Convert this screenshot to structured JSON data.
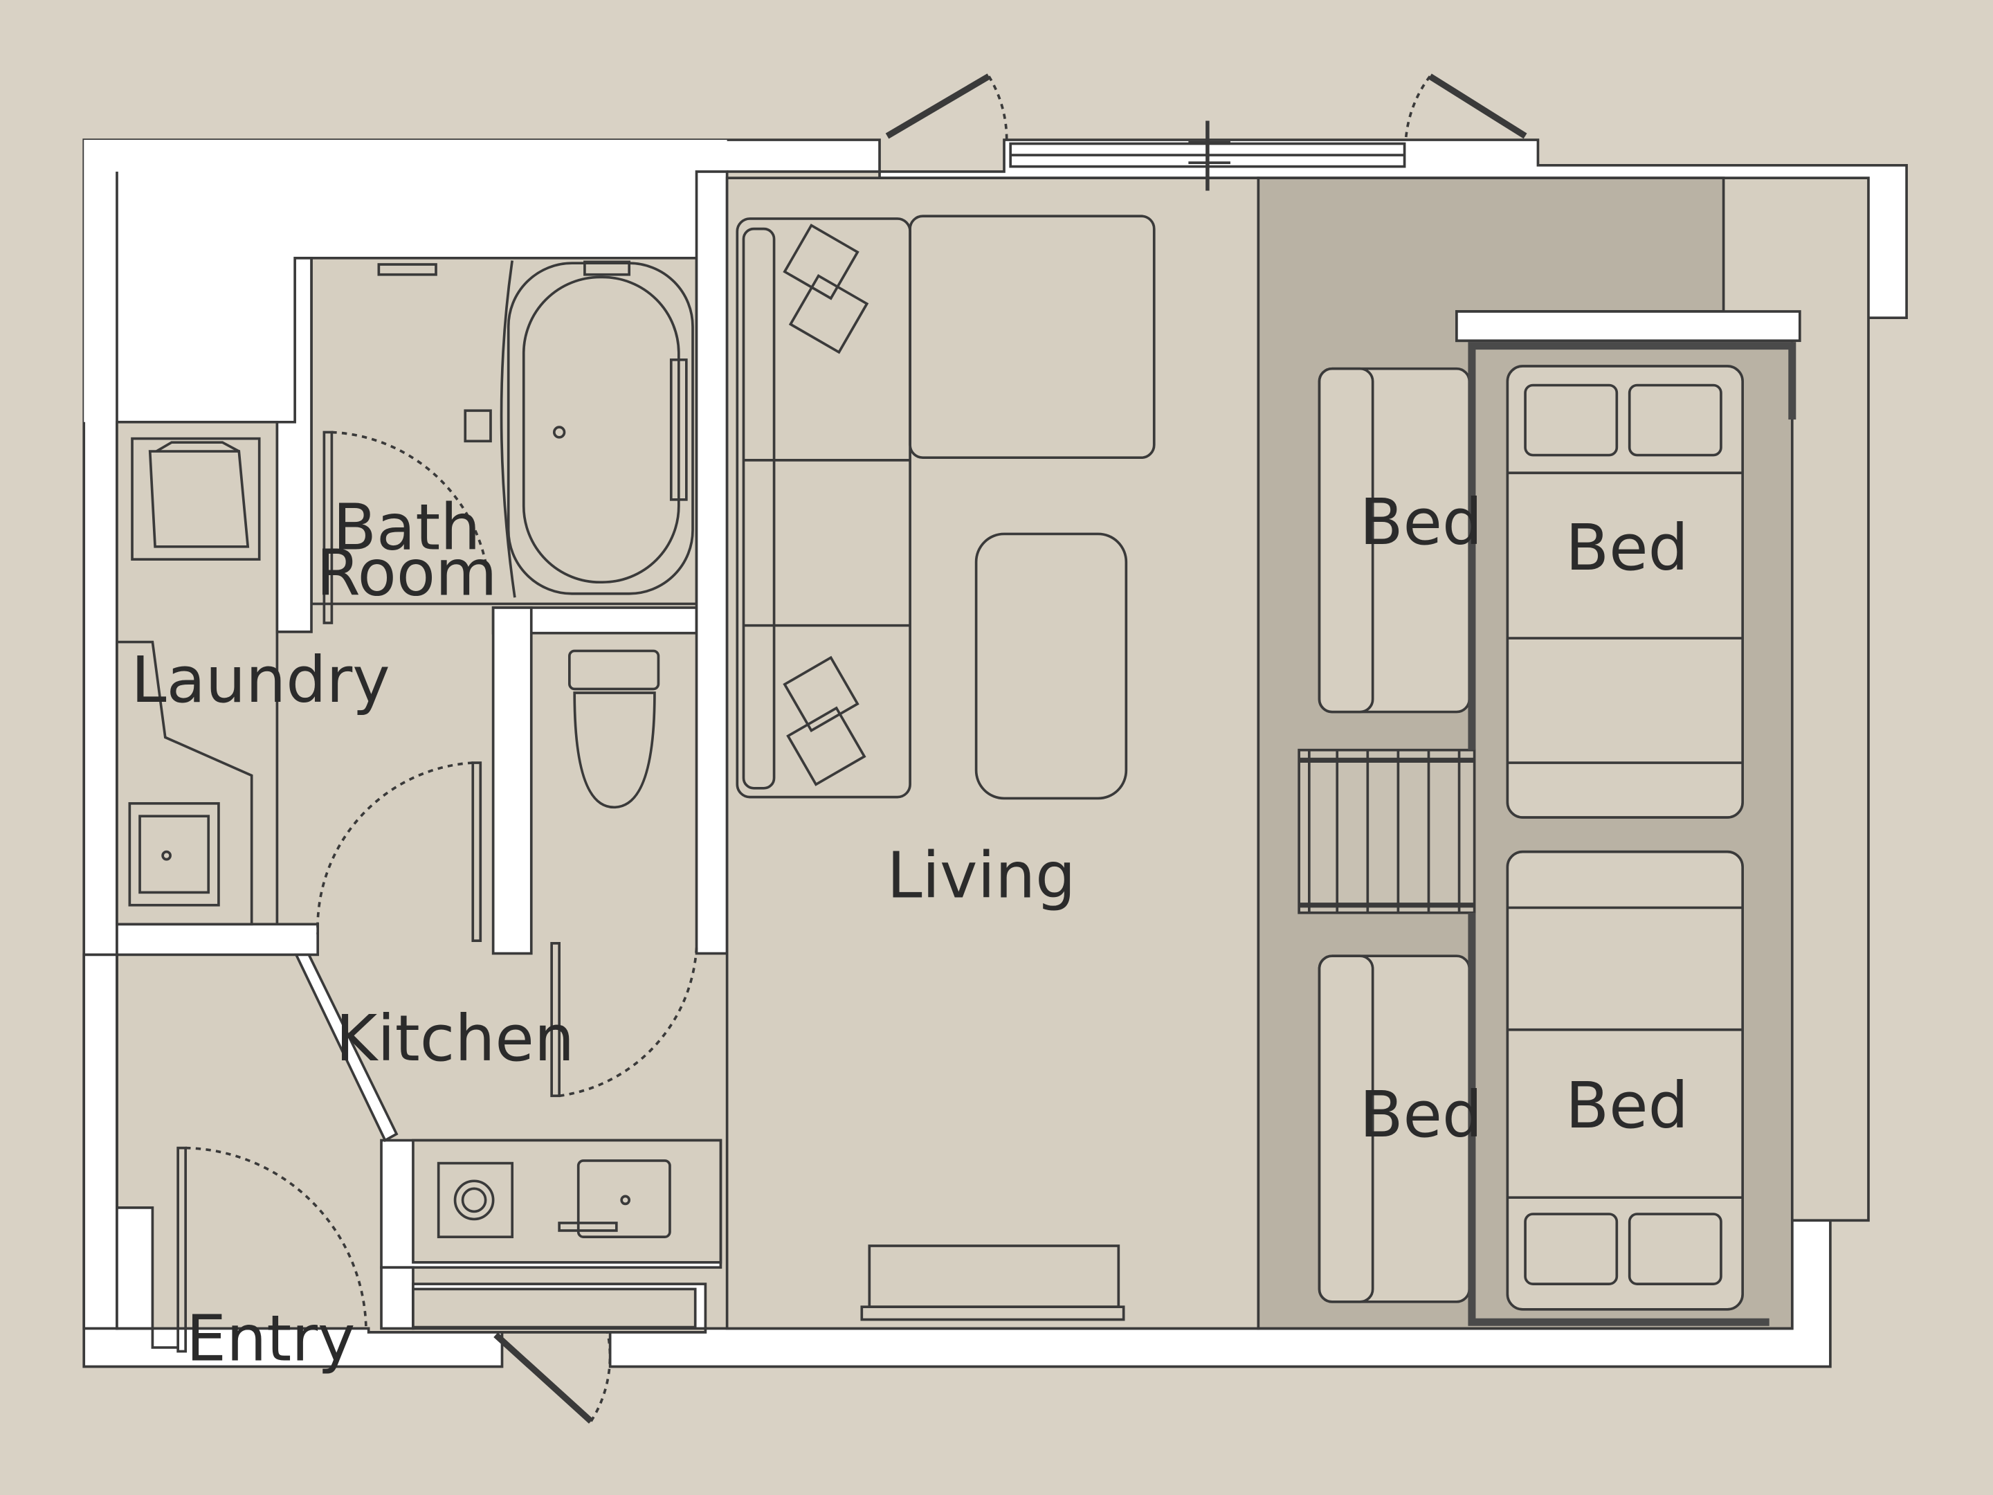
{
  "colors": {
    "background": "#d9d2c5",
    "floor": "#d6cfc1",
    "wall": "#ffffff",
    "line": "#3a3a3a",
    "shaded_zone": "#b9b2a4"
  },
  "rooms": {
    "bathroom": {
      "line1": "Bath",
      "line2": "Room"
    },
    "laundry": "Laundry",
    "kitchen": "Kitchen",
    "living": "Living",
    "entry": "Entry",
    "bed_1": "Bed",
    "bed_2": "Bed",
    "bed_3": "Bed",
    "bed_4": "Bed"
  },
  "icons": [
    "bathtub-icon",
    "toilet-icon",
    "washing-machine-icon",
    "sink-icon",
    "stove-icon",
    "sofa-icon",
    "coffee-table-icon",
    "tv-stand-icon",
    "bunk-bed-icon",
    "door-swing-icon",
    "window-icon",
    "stairs-icon"
  ]
}
